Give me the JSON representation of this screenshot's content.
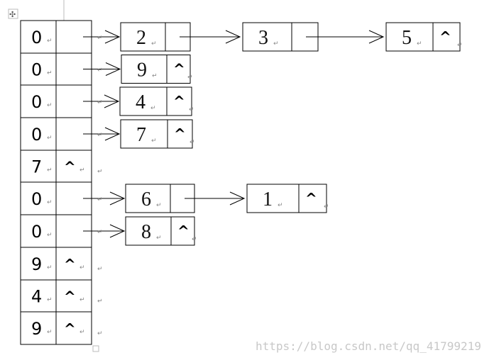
{
  "table_rows": [
    {
      "value": "0",
      "null_mark": ""
    },
    {
      "value": "0",
      "null_mark": ""
    },
    {
      "value": "0",
      "null_mark": ""
    },
    {
      "value": "0",
      "null_mark": ""
    },
    {
      "value": "7",
      "null_mark": "^"
    },
    {
      "value": "0",
      "null_mark": ""
    },
    {
      "value": "0",
      "null_mark": ""
    },
    {
      "value": "9",
      "null_mark": "^"
    },
    {
      "value": "4",
      "null_mark": "^"
    },
    {
      "value": "9",
      "null_mark": "^"
    }
  ],
  "chains": [
    {
      "row": 0,
      "nodes": [
        {
          "value": "2",
          "null_mark": ""
        },
        {
          "value": "3",
          "null_mark": ""
        },
        {
          "value": "5",
          "null_mark": "^"
        }
      ]
    },
    {
      "row": 1,
      "nodes": [
        {
          "value": "9",
          "null_mark": "^"
        }
      ]
    },
    {
      "row": 2,
      "nodes": [
        {
          "value": "4",
          "null_mark": "^"
        }
      ]
    },
    {
      "row": 3,
      "nodes": [
        {
          "value": "7",
          "null_mark": "^"
        }
      ]
    },
    {
      "row": 5,
      "nodes": [
        {
          "value": "6",
          "null_mark": ""
        },
        {
          "value": "1",
          "null_mark": "^"
        }
      ]
    },
    {
      "row": 6,
      "nodes": [
        {
          "value": "8",
          "null_mark": "^"
        }
      ]
    }
  ],
  "paragraph_mark": "↵",
  "move_handle_glyph": "✣",
  "watermark": "https://blog.csdn.net/qq_41799219"
}
